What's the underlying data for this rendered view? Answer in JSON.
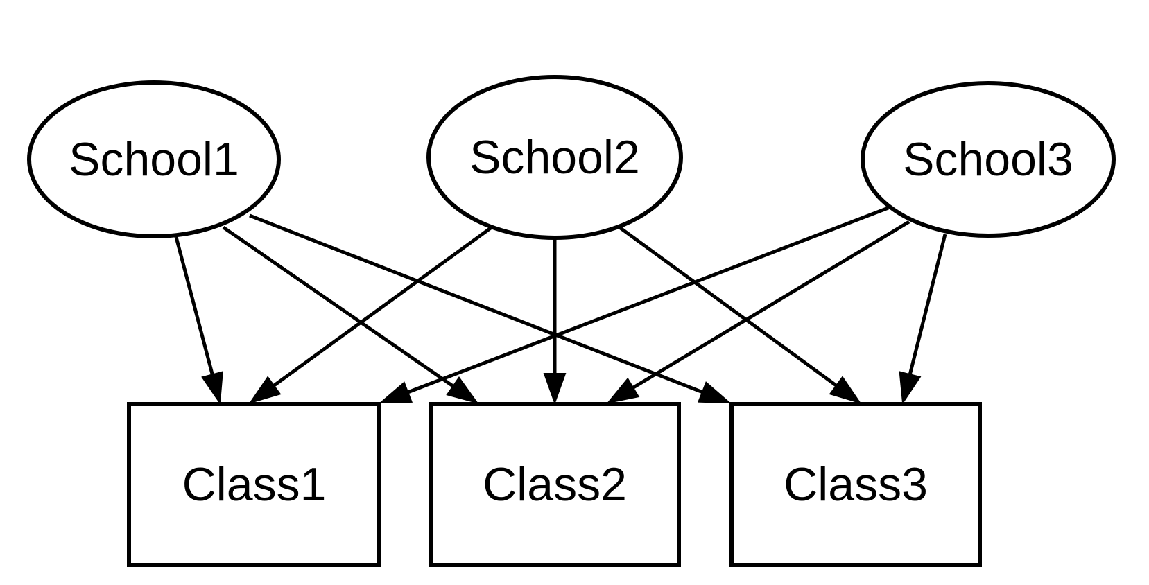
{
  "diagram": {
    "type": "directed-graph",
    "colors": {
      "stroke": "#000000",
      "fill": "#ffffff",
      "text": "#000000"
    },
    "nodes": [
      {
        "id": "school1",
        "label": "School1",
        "shape": "ellipse"
      },
      {
        "id": "school2",
        "label": "School2",
        "shape": "ellipse"
      },
      {
        "id": "school3",
        "label": "School3",
        "shape": "ellipse"
      },
      {
        "id": "class1",
        "label": "Class1",
        "shape": "box"
      },
      {
        "id": "class2",
        "label": "Class2",
        "shape": "box"
      },
      {
        "id": "class3",
        "label": "Class3",
        "shape": "box"
      }
    ],
    "edges": [
      {
        "from": "school1",
        "to": "class1"
      },
      {
        "from": "school1",
        "to": "class2"
      },
      {
        "from": "school1",
        "to": "class3"
      },
      {
        "from": "school2",
        "to": "class1"
      },
      {
        "from": "school2",
        "to": "class2"
      },
      {
        "from": "school2",
        "to": "class3"
      },
      {
        "from": "school3",
        "to": "class1"
      },
      {
        "from": "school3",
        "to": "class2"
      },
      {
        "from": "school3",
        "to": "class3"
      }
    ]
  }
}
